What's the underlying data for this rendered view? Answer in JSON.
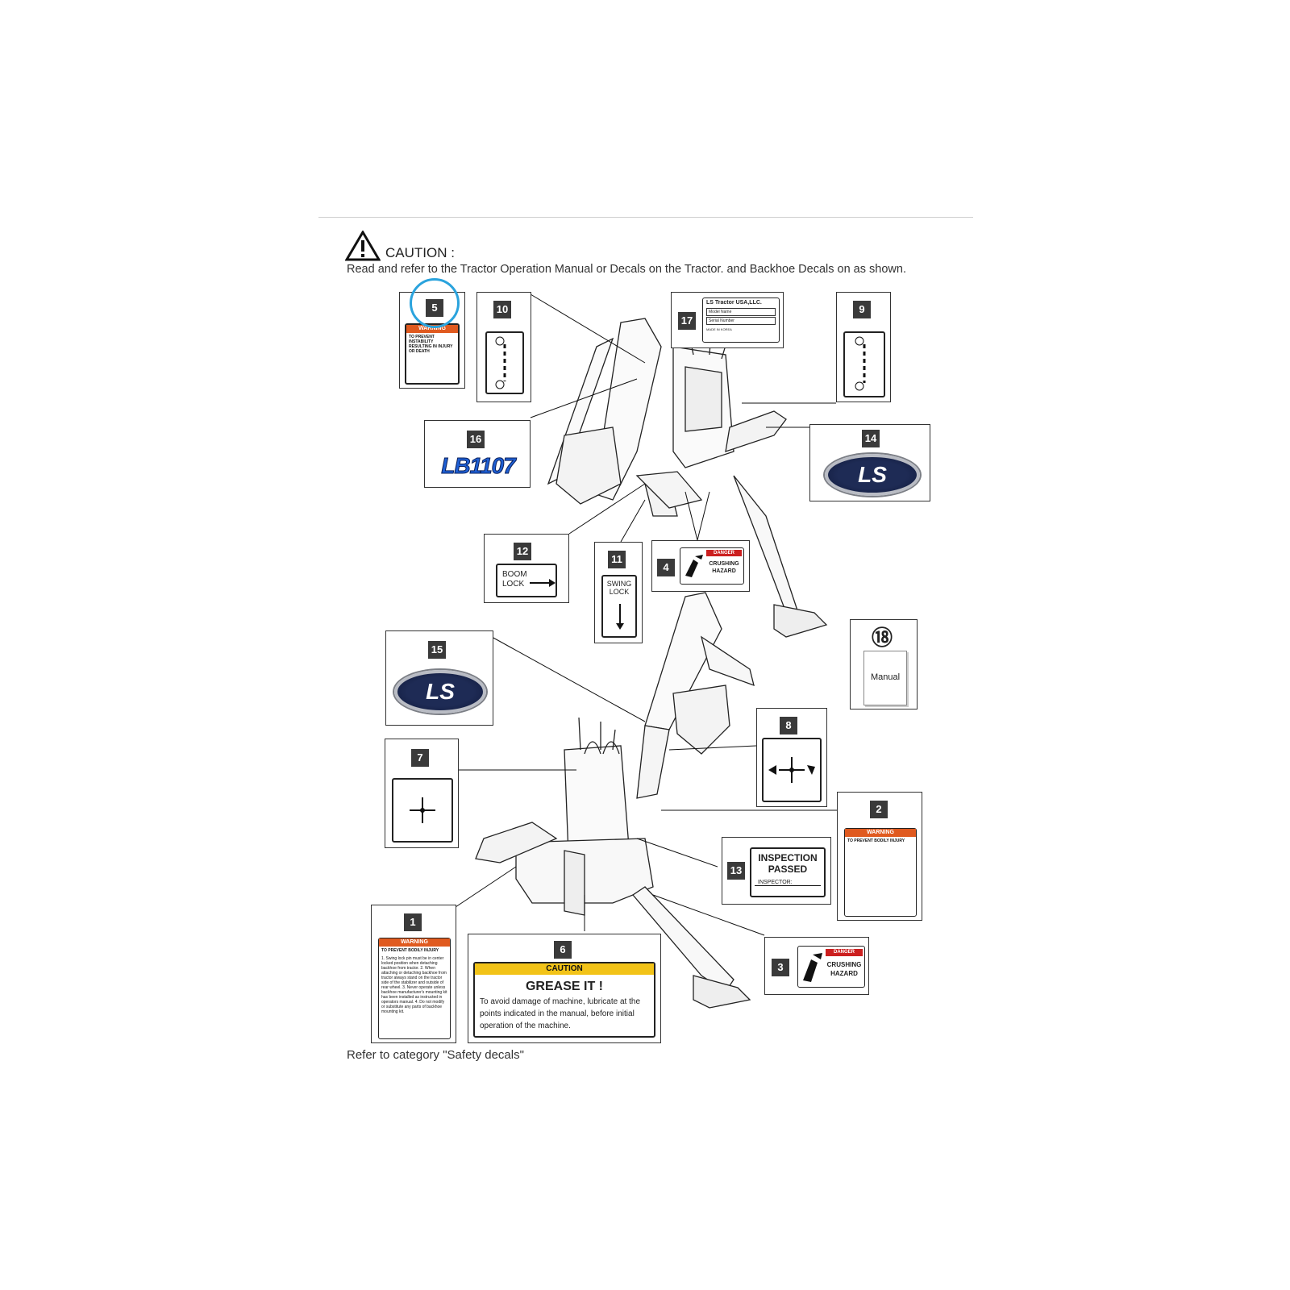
{
  "header": {
    "caution_label": "CAUTION :",
    "caution_text": "Read and refer to the Tractor Operation Manual or Decals on the Tractor. and Backhoe Decals on as shown."
  },
  "footer": {
    "text": "Refer to category \"Safety decals\""
  },
  "decals": {
    "d1": {
      "num": "1",
      "header": "WARNING",
      "title": "TO PREVENT BODILY INJURY",
      "lines": "1. Swing lock pin must be in center locked position when detaching backhoe from tractor. 2. When attaching or detaching backhoe from tractor always stand on the tractor side of the stabilizer and outside of rear wheel. 3. Never operate unless backhoe manufacturer's mounting kit has been installed as instructed in operators manual. 4. Do not modify or substitute any parts of backhoe mounting kit."
    },
    "d2": {
      "num": "2",
      "header": "WARNING",
      "title": "TO PREVENT BODILY INJURY"
    },
    "d3": {
      "num": "3",
      "header": "DANGER",
      "line1": "CRUSHING",
      "line2": "HAZARD"
    },
    "d4": {
      "num": "4",
      "header": "DANGER",
      "line1": "CRUSHING",
      "line2": "HAZARD"
    },
    "d5": {
      "num": "5",
      "header": "WARNING",
      "title": "TO PREVENT INSTABILITY RESULTING IN INJURY OR DEATH"
    },
    "d6": {
      "num": "6",
      "header": "CAUTION",
      "title": "GREASE IT !",
      "body": "To avoid damage of machine, lubricate at the points indicated in the manual, before initial operation of the machine."
    },
    "d7": {
      "num": "7"
    },
    "d8": {
      "num": "8"
    },
    "d9": {
      "num": "9"
    },
    "d10": {
      "num": "10"
    },
    "d11": {
      "num": "11",
      "line1": "SWING",
      "line2": "LOCK"
    },
    "d12": {
      "num": "12",
      "line1": "BOOM",
      "line2": "LOCK"
    },
    "d13": {
      "num": "13",
      "line1": "INSPECTION",
      "line2": "PASSED",
      "line3": "INSPECTOR:"
    },
    "d14": {
      "num": "14",
      "logo": "LS"
    },
    "d15": {
      "num": "15",
      "logo": "LS"
    },
    "d16": {
      "num": "16",
      "logo": "LB1107"
    },
    "d17": {
      "num": "17",
      "company": "LS Tractor USA,LLC.",
      "field1": "Model Name",
      "field2": "Serial Number",
      "made": "MADE IN KOREA"
    },
    "d18": {
      "num": "⑱",
      "label": "Manual"
    }
  },
  "colors": {
    "warning_orange": "#e05a1f",
    "danger_red": "#cc1f1f",
    "caution_yellow": "#f2c318",
    "highlight_circle": "#2aa3dd",
    "logo_navy": "#1e2b55",
    "logo_blue": "#1e5fd4"
  }
}
